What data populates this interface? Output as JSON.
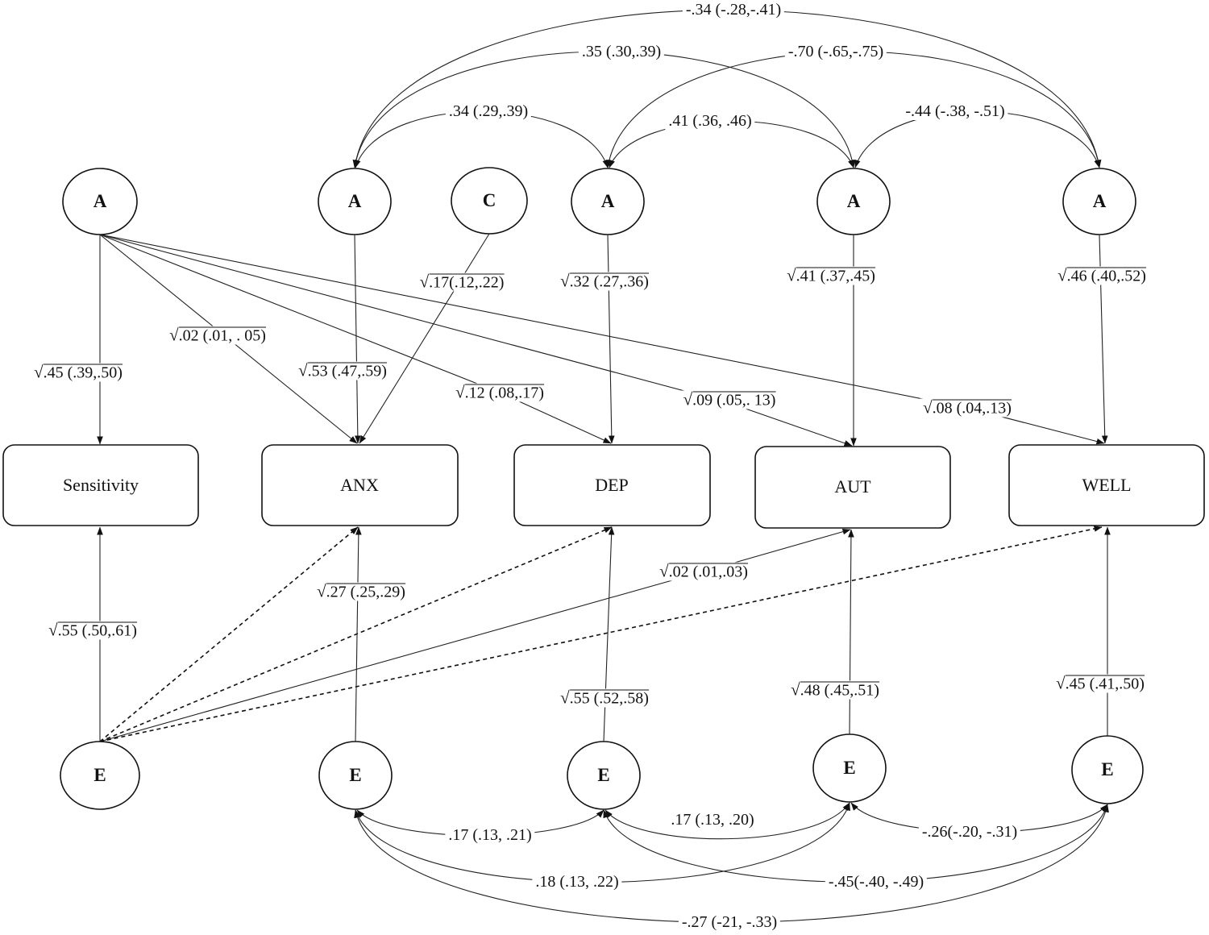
{
  "symbols": {
    "radical": "√"
  },
  "latent": {
    "a_sensitivity": "A",
    "a_anx": "A",
    "c_anx": "C",
    "a_dep": "A",
    "a_aut": "A",
    "a_well": "A",
    "e_sensitivity": "E",
    "e_anx": "E",
    "e_dep": "E",
    "e_aut": "E",
    "e_well": "E"
  },
  "observed": {
    "sensitivity": "Sensitivity",
    "anx": "ANX",
    "dep": "DEP",
    "aut": "AUT",
    "well": "WELL"
  },
  "paths": {
    "a_sens_to_sensitivity": ".45 (.39,.50)",
    "a_sens_to_anx": ".02 (.01, . 05)",
    "a_sens_to_dep": ".12 (.08,.17)",
    "a_sens_to_aut": ".09 (.05,. 13)",
    "a_sens_to_well": ".08 (.04,.13)",
    "a_anx_to_anx": ".53 (.47,.59)",
    "c_anx_to_anx": ".17(.12,.22)",
    "a_dep_to_dep": ".32 (.27,.36)",
    "a_aut_to_aut": ".41 (.37,.45)",
    "a_well_to_well": ".46 (.40,.52)",
    "e_sens_to_sensitivity": ".55 (.50,.61)",
    "e_sens_to_aut": ".02 (.01,.03)",
    "e_anx_to_anx": ".27 (.25,.29)",
    "e_dep_to_dep": ".55 (.52,.58)",
    "e_aut_to_aut": ".48 (.45,.51)",
    "e_well_to_well": ".45 (.41,.50)"
  },
  "covariances": {
    "a_anx_a_dep": ".34 (.29,.39)",
    "a_dep_a_aut": ".41 (.36, .46)",
    "a_aut_a_well": "-.44 (-.38, -.51)",
    "a_anx_a_aut": ".35 (.30,.39)",
    "a_dep_a_well": "-.70 (-.65,-.75)",
    "a_anx_a_well": "-.34 (-.28,-.41)",
    "e_anx_e_dep": ".17 (.13, .21)",
    "e_dep_e_aut": ".17 (.13, .20)",
    "e_aut_e_well": "-.26(-.20, -.31)",
    "e_anx_e_aut": ".18 (.13, .22)",
    "e_dep_e_well": "-.45(-.40, -.49)",
    "e_anx_e_well": "-.27 (-21, -.33)"
  }
}
